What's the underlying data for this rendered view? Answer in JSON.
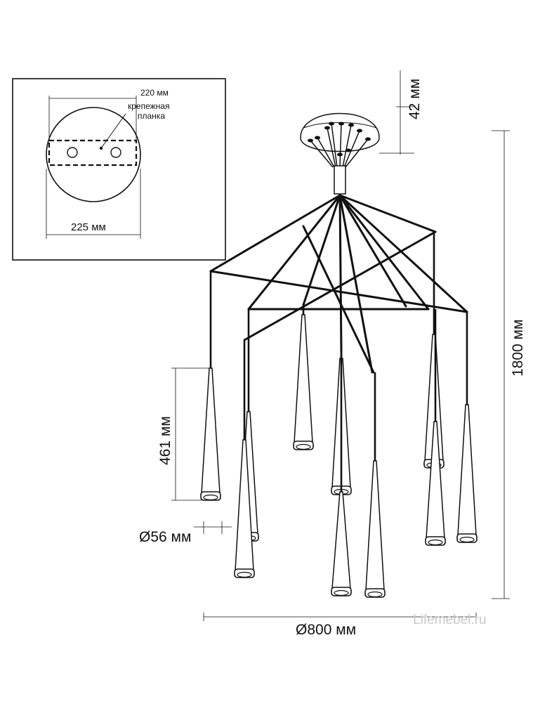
{
  "inset": {
    "label_220": "220 мм",
    "label_bracket_line1": "крепежная",
    "label_bracket_line2": "планка",
    "label_225": "225 мм"
  },
  "dimensions": {
    "canopy_height": "42 мм",
    "total_height": "1800 мм",
    "shade_length": "461 мм",
    "shade_diameter": "Ø56 мм",
    "total_diameter": "Ø800 мм"
  },
  "watermark": "Lifemebel.ru",
  "colors": {
    "line": "#111111",
    "background": "#ffffff",
    "watermark": "#c9c9c9"
  }
}
